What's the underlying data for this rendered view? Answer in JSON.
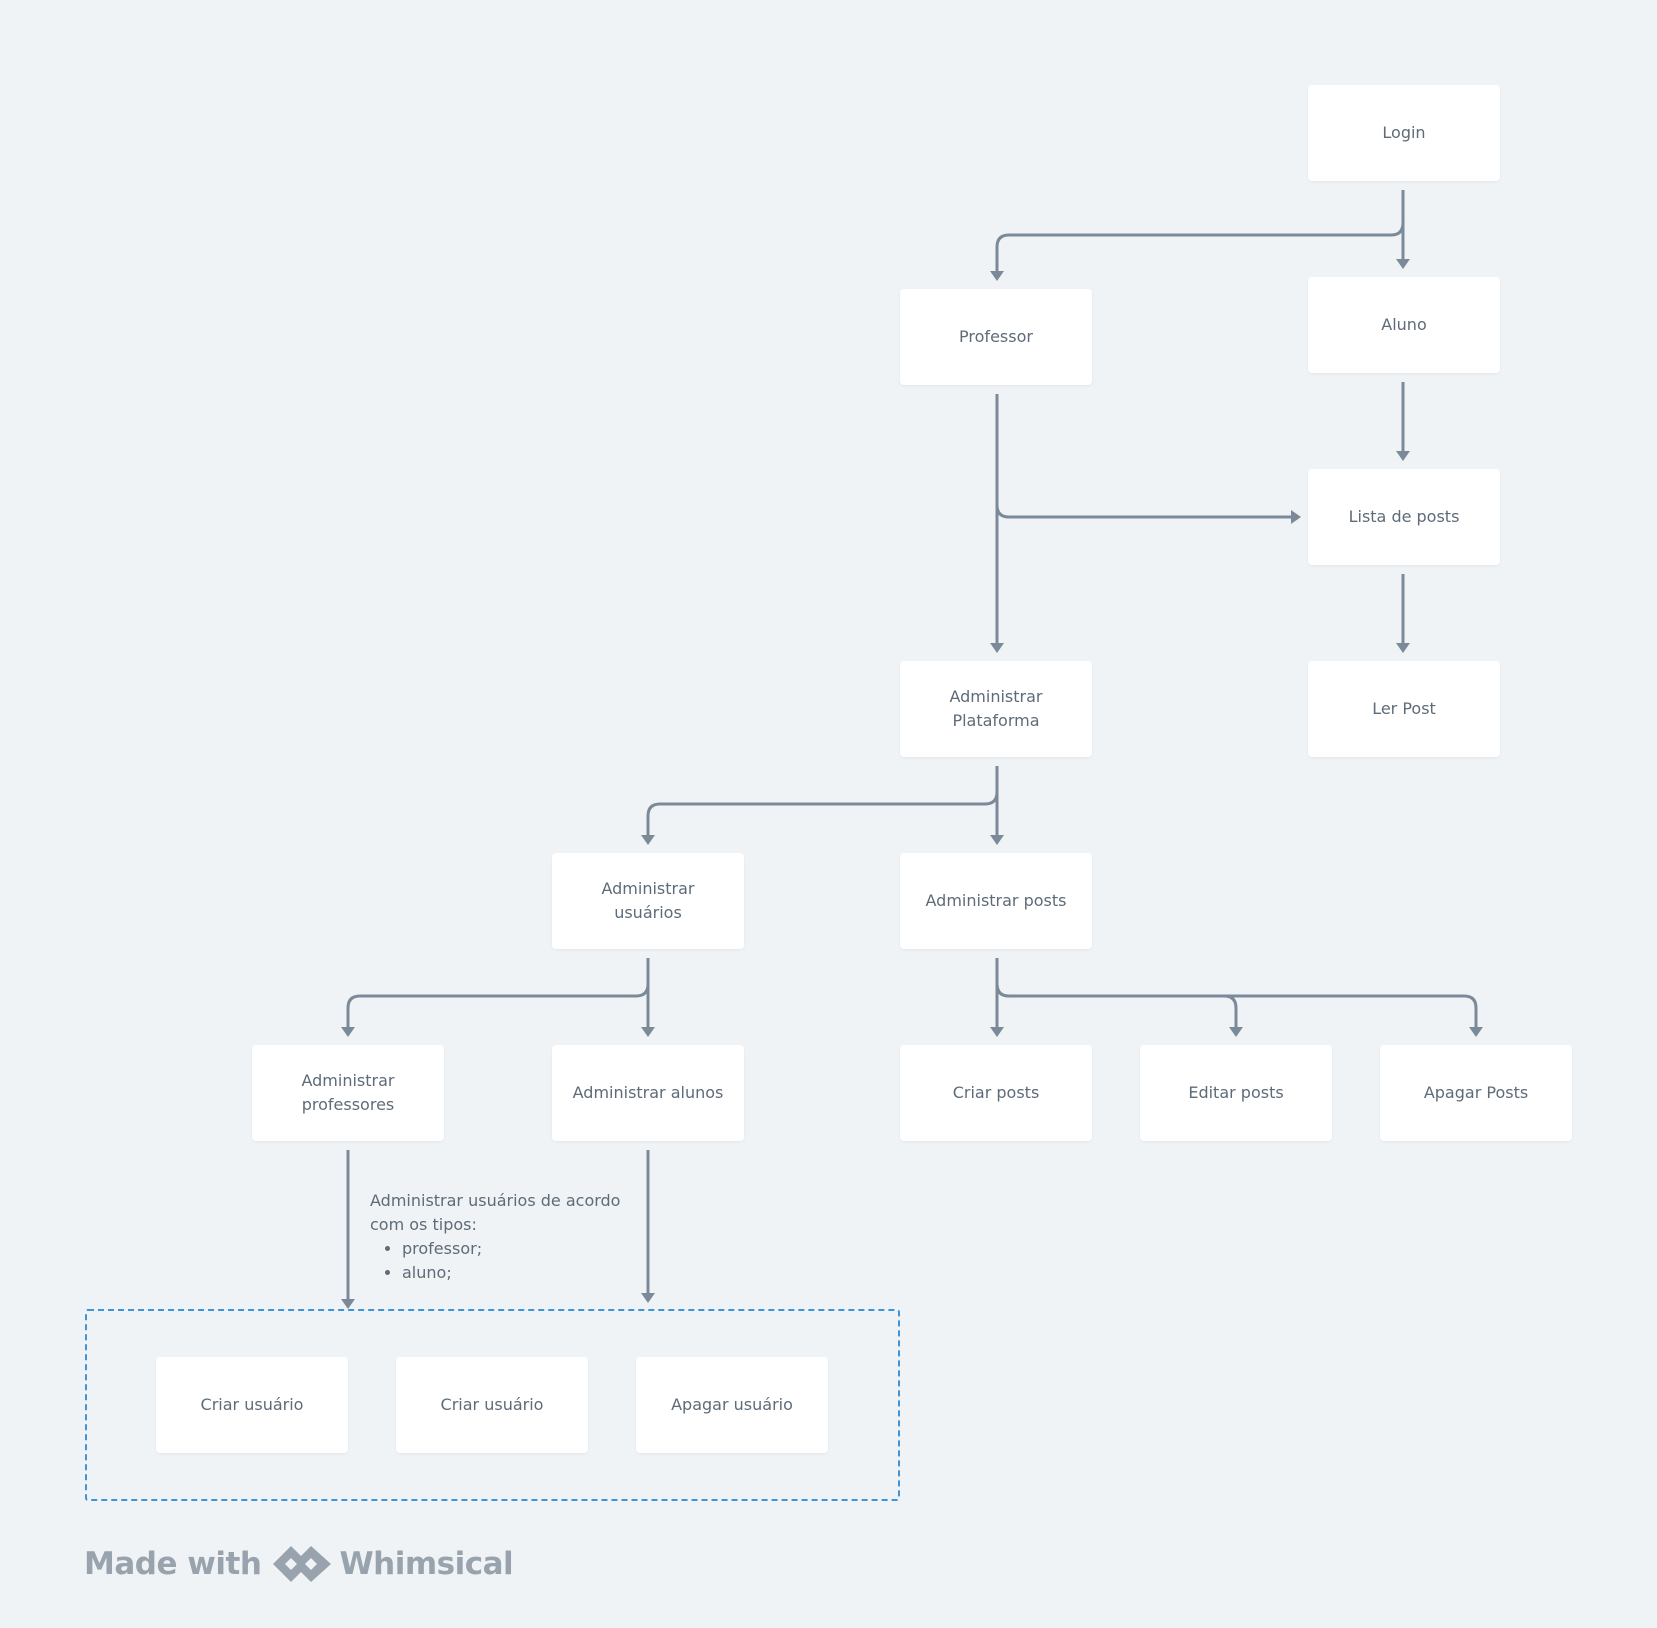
{
  "diagram": {
    "nodes": [
      {
        "id": "login",
        "label": "Login"
      },
      {
        "id": "professor",
        "label": "Professor"
      },
      {
        "id": "aluno",
        "label": "Aluno"
      },
      {
        "id": "lista-posts",
        "label": "Lista de posts"
      },
      {
        "id": "administrar-plataforma",
        "label": "Administrar\nPlataforma"
      },
      {
        "id": "ler-post",
        "label": "Ler Post"
      },
      {
        "id": "administrar-usuarios",
        "label": "Administrar usuários"
      },
      {
        "id": "administrar-posts",
        "label": "Administrar posts"
      },
      {
        "id": "administrar-professores",
        "label": "Administrar\nprofessores"
      },
      {
        "id": "administrar-alunos",
        "label": "Administrar alunos"
      },
      {
        "id": "criar-posts",
        "label": "Criar posts"
      },
      {
        "id": "editar-posts",
        "label": "Editar posts"
      },
      {
        "id": "apagar-posts",
        "label": "Apagar Posts"
      },
      {
        "id": "criar-usuario-1",
        "label": "Criar usuário"
      },
      {
        "id": "criar-usuario-2",
        "label": "Criar usuário"
      },
      {
        "id": "apagar-usuario",
        "label": "Apagar usuário"
      }
    ],
    "edges": [
      {
        "from": "login",
        "to": "professor"
      },
      {
        "from": "login",
        "to": "aluno"
      },
      {
        "from": "aluno",
        "to": "lista-posts"
      },
      {
        "from": "professor",
        "to": "lista-posts"
      },
      {
        "from": "professor",
        "to": "administrar-plataforma"
      },
      {
        "from": "lista-posts",
        "to": "ler-post"
      },
      {
        "from": "administrar-plataforma",
        "to": "administrar-usuarios"
      },
      {
        "from": "administrar-plataforma",
        "to": "administrar-posts"
      },
      {
        "from": "administrar-usuarios",
        "to": "administrar-professores"
      },
      {
        "from": "administrar-usuarios",
        "to": "administrar-alunos"
      },
      {
        "from": "administrar-posts",
        "to": "criar-posts"
      },
      {
        "from": "administrar-posts",
        "to": "editar-posts"
      },
      {
        "from": "administrar-posts",
        "to": "apagar-posts"
      },
      {
        "from": "administrar-professores",
        "to": "user-actions-group"
      },
      {
        "from": "administrar-alunos",
        "to": "user-actions-group"
      }
    ],
    "group": {
      "id": "user-actions-group",
      "members": [
        "criar-usuario-1",
        "criar-usuario-2",
        "apagar-usuario"
      ]
    },
    "note": {
      "text": "Administrar usuários de acordo com os tipos:",
      "items": [
        "professor;",
        "aluno;"
      ]
    }
  },
  "colors": {
    "edge": "#7b8a98",
    "group_border": "#3f94d6",
    "node_text": "#5e6b78",
    "background": "#f0f3f6"
  },
  "branding": {
    "made_with": "Made with",
    "brand": "Whimsical"
  }
}
